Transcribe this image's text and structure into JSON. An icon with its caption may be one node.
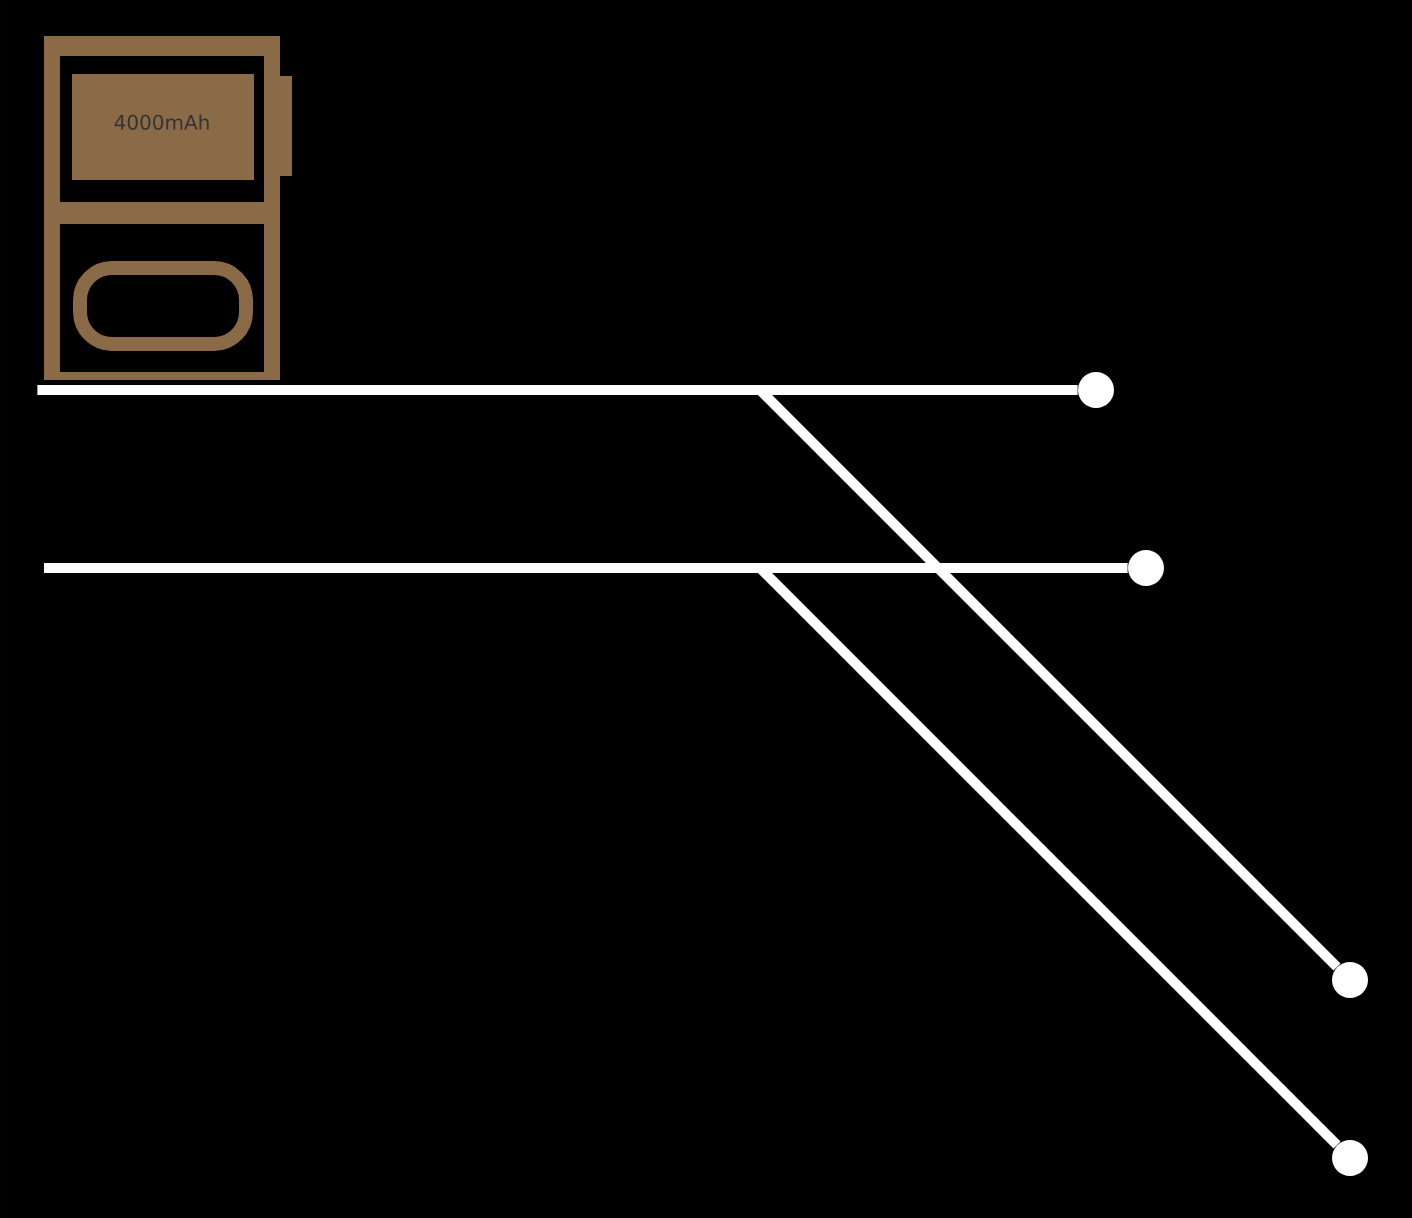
{
  "diagram": {
    "nodes": [
      {
        "text": [
          "4000mAh"
        ]
      },
      {
        "text": [],
        "shape": "circle"
      },
      {
        "text": [],
        "shape": "circle"
      },
      {
        "text": [],
        "shape": "circle"
      },
      {
        "text": [],
        "shape": "circle"
      }
    ],
    "edges": [
      {
        "from": 0,
        "to": 1,
        "arrow": "none"
      },
      {
        "from": 0,
        "to": 3,
        "arrow": "none"
      },
      {
        "from": null,
        "to": 2,
        "arrow": "none"
      },
      {
        "from": null,
        "to": 4,
        "arrow": "none"
      }
    ]
  }
}
